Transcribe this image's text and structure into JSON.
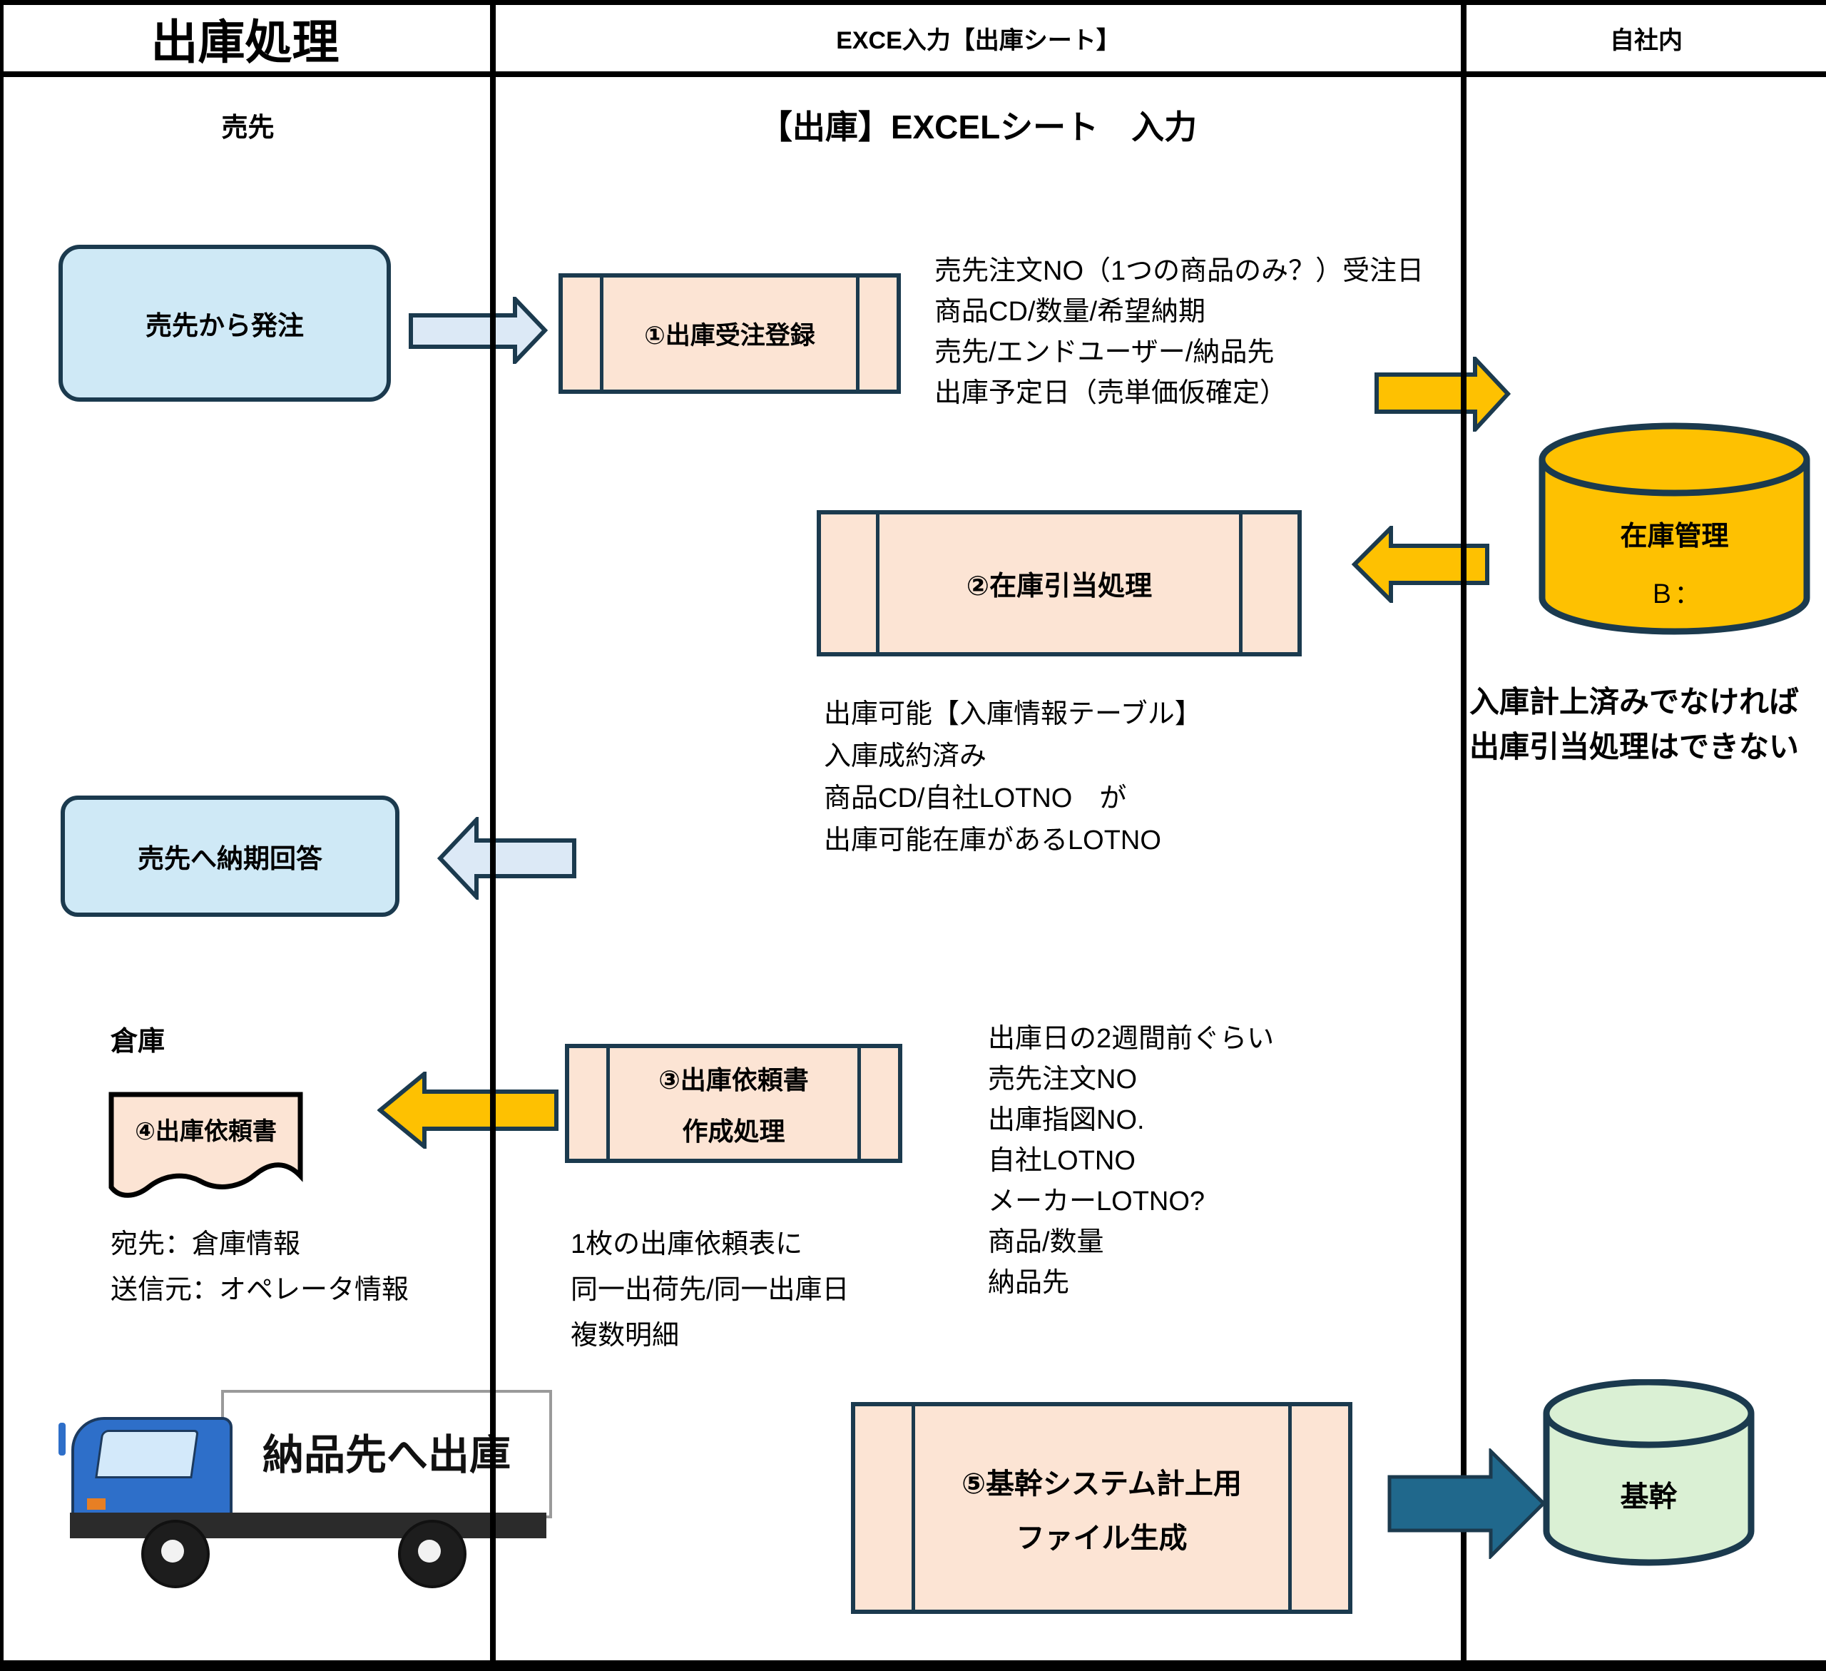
{
  "header": {
    "lane1": "出庫処理",
    "lane2": "EXCE入力【出庫シート】",
    "lane3": "自社内"
  },
  "lane_labels": {
    "seller": "売先",
    "excel_title": "【出庫】EXCELシート　入力",
    "warehouse": "倉庫"
  },
  "shapes": {
    "order_box": "売先から発注",
    "step1": "①出庫受注登録",
    "step2": "②在庫引当処理",
    "step3_line1": "③出庫依頼書",
    "step3_line2": "作成処理",
    "step5_line1": "⑤基幹システム計上用",
    "step5_line2": "ファイル生成",
    "reply_box": "売先へ納期回答",
    "doc4": "④出庫依頼書",
    "truck_label": "納品先へ出庫",
    "stock_db_line1": "在庫管理",
    "stock_db_line2": "Ｂ：",
    "core_db": "基幹"
  },
  "annotations": {
    "step1_note": {
      "lines": [
        "売先注文NO（1つの商品のみ？）受注日",
        "商品CD/数量/希望納期",
        "売先/エンドユーザー/納品先",
        "出庫予定日（売単価仮確定）"
      ]
    },
    "stock_note": {
      "lines": [
        "入庫計上済みでなければ",
        "出庫引当処理はできない"
      ]
    },
    "step2_note": {
      "lines": [
        "出庫可能【入庫情報テーブル】",
        "入庫成約済み",
        "商品CD/自社LOTNO　が",
        "出庫可能在庫があるLOTNO"
      ]
    },
    "step3_note": {
      "lines": [
        "出庫日の2週間前ぐらい",
        "売先注文NO",
        "出庫指図NO.",
        "自社LOTNO",
        "メーカーLOTNO?",
        "商品/数量",
        "納品先"
      ]
    },
    "doc4_note": {
      "lines": [
        "宛先：倉庫情報",
        "送信元：オペレータ情報"
      ]
    },
    "sheet_note": {
      "lines": [
        "1枚の出庫依頼表に",
        "同一出荷先/同一出庫日",
        "複数明細"
      ]
    }
  },
  "colors": {
    "border_navy": "#1b3a4e",
    "peach_fill": "#fce4d4",
    "light_blue_fill": "#cfe9f6",
    "pale_arrow_blue": "#dce9f6",
    "gold": "#fec101",
    "teal_arrow": "#20688c",
    "green_cylinder": "#daf0d4",
    "truck_blue": "#2e6fc9"
  }
}
